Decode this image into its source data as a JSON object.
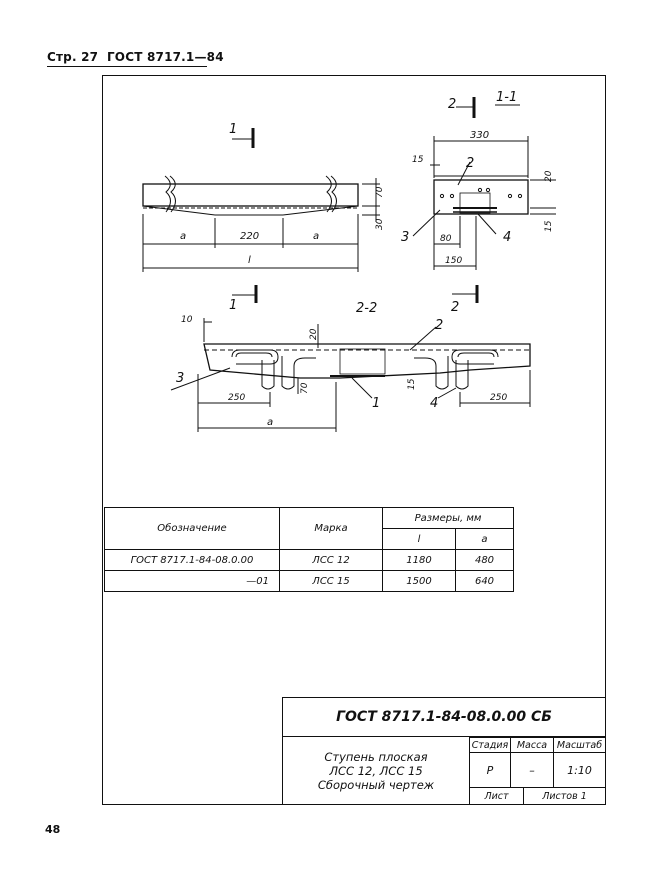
{
  "header": {
    "page_label": "Стр. 27",
    "standard": "ГОСТ 8717.1—84"
  },
  "drawing": {
    "section_1_1": "1-1",
    "section_2_2": "2-2",
    "cut_marks": [
      "1",
      "1",
      "2",
      "2"
    ],
    "callouts": [
      "1",
      "2",
      "3",
      "4"
    ],
    "front_view": {
      "dim_a_left": "a",
      "dim_middle": "220",
      "dim_a_right": "a",
      "dim_total": "l",
      "height_top": "70",
      "height_bottom": "30"
    },
    "cross_section": {
      "width_top": "330",
      "edge": "15",
      "height_top": "20",
      "bottom_width": "80",
      "rib": "15",
      "base": "150"
    },
    "long_section": {
      "top_offset": "10",
      "cover_top": "20",
      "left_anchor": "250",
      "right_anchor": "250",
      "rib_height": "70",
      "rib_width": "15",
      "dim_a": "a"
    }
  },
  "spec_table": {
    "col_designation": "Обозначение",
    "col_mark": "Марка",
    "col_sizes": "Размеры, мм",
    "col_l": "l",
    "col_a": "a",
    "rows": [
      {
        "designation": "ГОСТ 8717.1-84-08.0.00",
        "mark": "ЛСС 12",
        "l": "1180",
        "a": "480"
      },
      {
        "designation": "—01",
        "mark": "ЛСС 15",
        "l": "1500",
        "a": "640"
      }
    ]
  },
  "title_block": {
    "code": "ГОСТ 8717.1-84-08.0.00 СБ",
    "name_line1": "Ступень плоская",
    "name_line2": "ЛСС 12,  ЛСС 15",
    "name_line3": "Сборочный чертеж",
    "stage_label": "Стадия",
    "mass_label": "Масса",
    "scale_label": "Масштаб",
    "stage_value": "Р",
    "mass_value": "–",
    "scale_value": "1:10",
    "sheet_label": "Лист",
    "sheets_label": "Листов 1"
  },
  "page_number": "48"
}
